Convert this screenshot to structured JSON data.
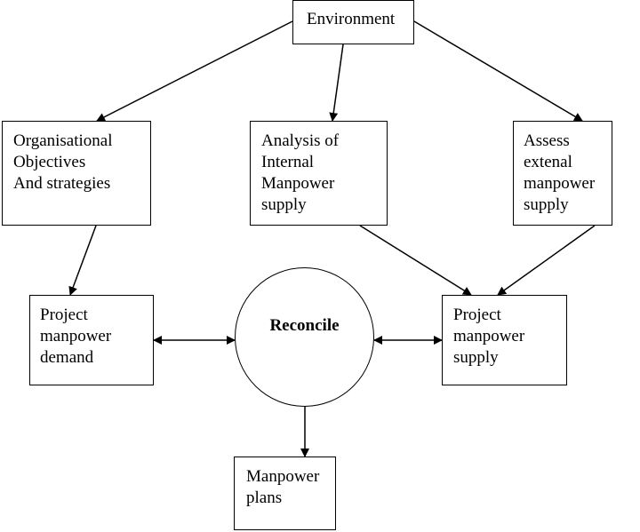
{
  "nodes": {
    "environment": [
      "Environment"
    ],
    "organisational": [
      "Organisational",
      "Objectives",
      "And strategies"
    ],
    "internal_supply": [
      "Analysis of",
      "Internal",
      "Manpower",
      "supply"
    ],
    "external_supply": [
      "Assess",
      "extenal",
      "manpower",
      "supply"
    ],
    "demand": [
      "Project",
      "manpower",
      "demand"
    ],
    "reconcile": "Reconcile",
    "supply": [
      "Project",
      "manpower",
      "supply"
    ],
    "plans": [
      "Manpower",
      "plans"
    ]
  },
  "edges": [
    {
      "from": "Environment",
      "to": "Organisational Objectives And strategies",
      "direction": "forward"
    },
    {
      "from": "Environment",
      "to": "Analysis of Internal Manpower supply",
      "direction": "forward"
    },
    {
      "from": "Environment",
      "to": "Assess extenal manpower supply",
      "direction": "forward"
    },
    {
      "from": "Organisational Objectives And strategies",
      "to": "Project manpower demand",
      "direction": "forward"
    },
    {
      "from": "Analysis of Internal Manpower supply",
      "to": "Project manpower supply",
      "direction": "forward"
    },
    {
      "from": "Assess extenal manpower supply",
      "to": "Project manpower supply",
      "direction": "forward"
    },
    {
      "from": "Project manpower demand",
      "to": "Reconcile",
      "direction": "both"
    },
    {
      "from": "Reconcile",
      "to": "Project manpower supply",
      "direction": "both"
    },
    {
      "from": "Reconcile",
      "to": "Manpower plans",
      "direction": "forward"
    }
  ],
  "colors": {
    "stroke": "#000000",
    "fill": "#ffffff",
    "text": "#000000"
  }
}
